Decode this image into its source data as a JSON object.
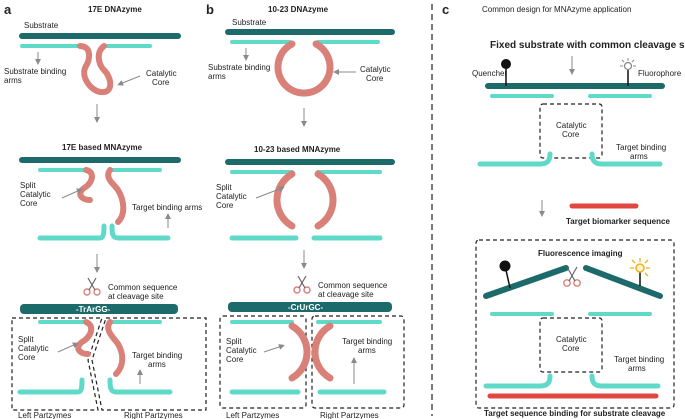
{
  "panels": {
    "a": {
      "letter": "a",
      "title": "17E DNAzyme",
      "substrate_label": "Substrate",
      "binding_arms_label_l1": "Substrate binding",
      "binding_arms_label_l2": "arms",
      "catalytic_l1": "Catalytic",
      "catalytic_l2": "Core",
      "mna_title": "17E based MNAzyme",
      "split_l1": "Split",
      "split_l2": "Catalytic",
      "split_l3": "Core",
      "target_arms_label": "Target binding arms",
      "common_seq_l1": "Common sequence",
      "common_seq_l2": "at cleavage site",
      "cleavage_seq": "-TrArGG-",
      "split2_l1": "Split",
      "split2_l2": "Catalytic",
      "split2_l3": "Core",
      "target2_l1": "Target binding",
      "target2_l2": "arms",
      "left_partzymes": "Left Partzymes",
      "right_partzymes": "Right Partzymes"
    },
    "b": {
      "letter": "b",
      "title": "10-23 DNAzyme",
      "substrate_label": "Substrate",
      "binding_arms_label_l1": "Substrate binding",
      "binding_arms_label_l2": "arms",
      "catalytic_l1": "Catalytic",
      "catalytic_l2": "Core",
      "mna_title": "10-23 based MNAzyme",
      "split_l1": "Split",
      "split_l2": "Catalytic",
      "split_l3": "Core",
      "common_seq_l1": "Common sequence",
      "common_seq_l2": "at cleavage site",
      "cleavage_seq": "-CrUrGC-",
      "split2_l1": "Split",
      "split2_l2": "Catalytic",
      "split2_l3": "Core",
      "target2_l1": "Target binding",
      "target2_l2": "arms",
      "left_partzymes": "Left Partzymes",
      "right_partzymes": "Right Partzymes"
    },
    "c": {
      "letter": "c",
      "title": "Common design for MNAzyme application",
      "fixed_substrate": "Fixed substrate with common cleavage site",
      "quencher": "Quencher",
      "fluorophore": "Fluorophore",
      "catalytic_l1": "Catalytic",
      "catalytic_l2": "Core",
      "target_arms_l1": "Target binding",
      "target_arms_l2": "arms",
      "biomarker": "Target biomarker sequence",
      "fluorescence": "Fluorescence imaging",
      "catalytic2_l1": "Catalytic",
      "catalytic2_l2": "Core",
      "target2_l1": "Target binding",
      "target2_l2": "arms",
      "bottom_caption": "Target sequence binding for substrate cleavage"
    }
  },
  "colors": {
    "substrate": "#1d6a6a",
    "arm": "#5fd9c8",
    "core": "#d98079",
    "target": "#e0473f",
    "arrow": "#8a8a8a",
    "quencher": "#111111",
    "fluorophore_off": "#888888",
    "fluorophore_on": "#f0b020"
  }
}
